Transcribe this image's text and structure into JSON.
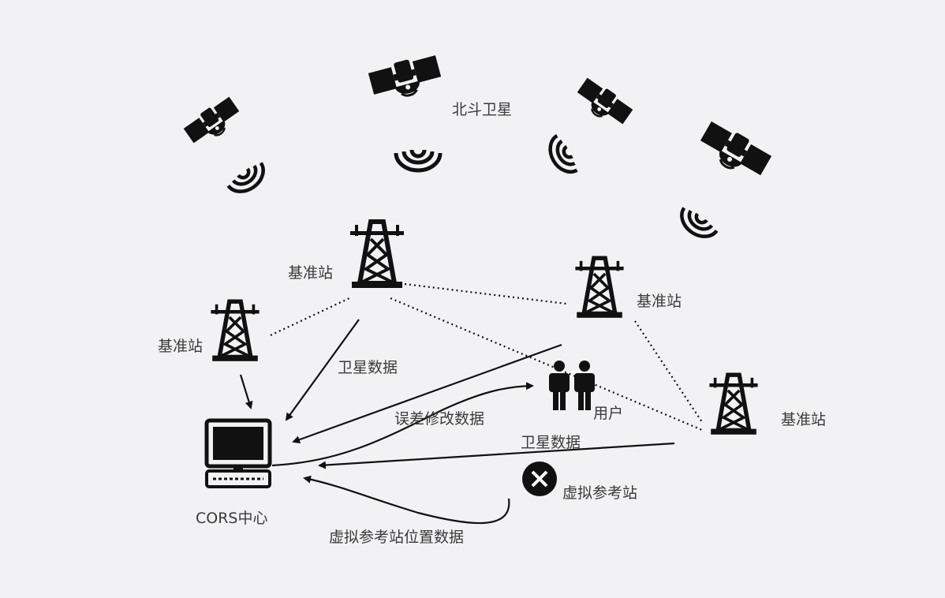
{
  "labels": {
    "satellites": "北斗卫星",
    "station_top": "基准站",
    "station_left": "基准站",
    "station_right": "基准站",
    "station_far_right": "基准站",
    "cors_center": "CORS中心",
    "user": "用户",
    "virtual_station": "虚拟参考站",
    "satellite_data_1": "卫星数据",
    "satellite_data_2": "卫星数据",
    "error_correction_data": "误差修改数据",
    "virtual_station_position_data": "虚拟参考站位置数据"
  },
  "colors": {
    "background": "#f2f2f4",
    "ink": "#111111",
    "text": "#3a3a3a"
  }
}
